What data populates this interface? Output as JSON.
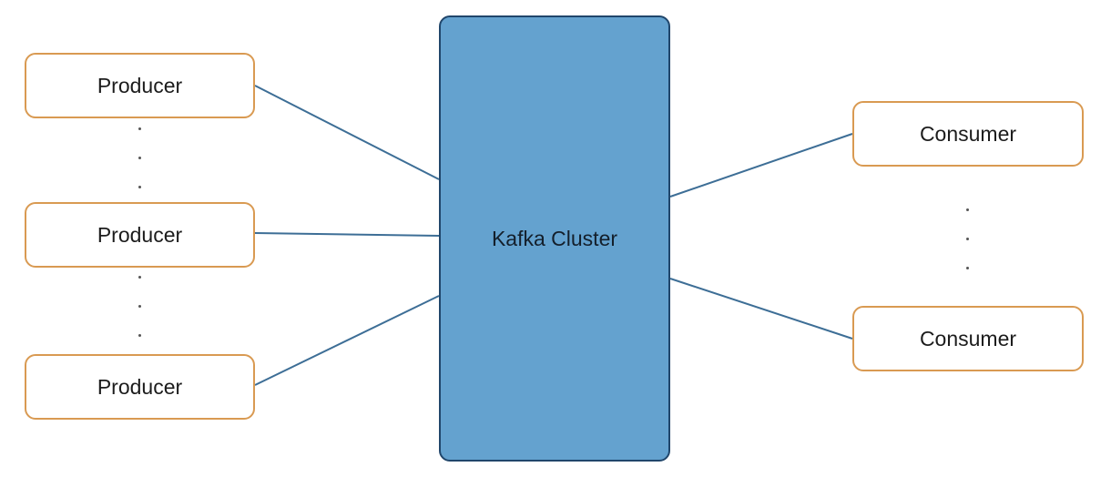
{
  "diagram": {
    "cluster": {
      "label": "Kafka Cluster"
    },
    "producers": [
      {
        "label": "Producer"
      },
      {
        "label": "Producer"
      },
      {
        "label": "Producer"
      }
    ],
    "consumers": [
      {
        "label": "Consumer"
      },
      {
        "label": "Consumer"
      }
    ],
    "colors": {
      "cluster_fill": "#64a2cf",
      "cluster_border": "#20466b",
      "node_border": "#d99a52",
      "edge": "#3d6e96"
    }
  }
}
